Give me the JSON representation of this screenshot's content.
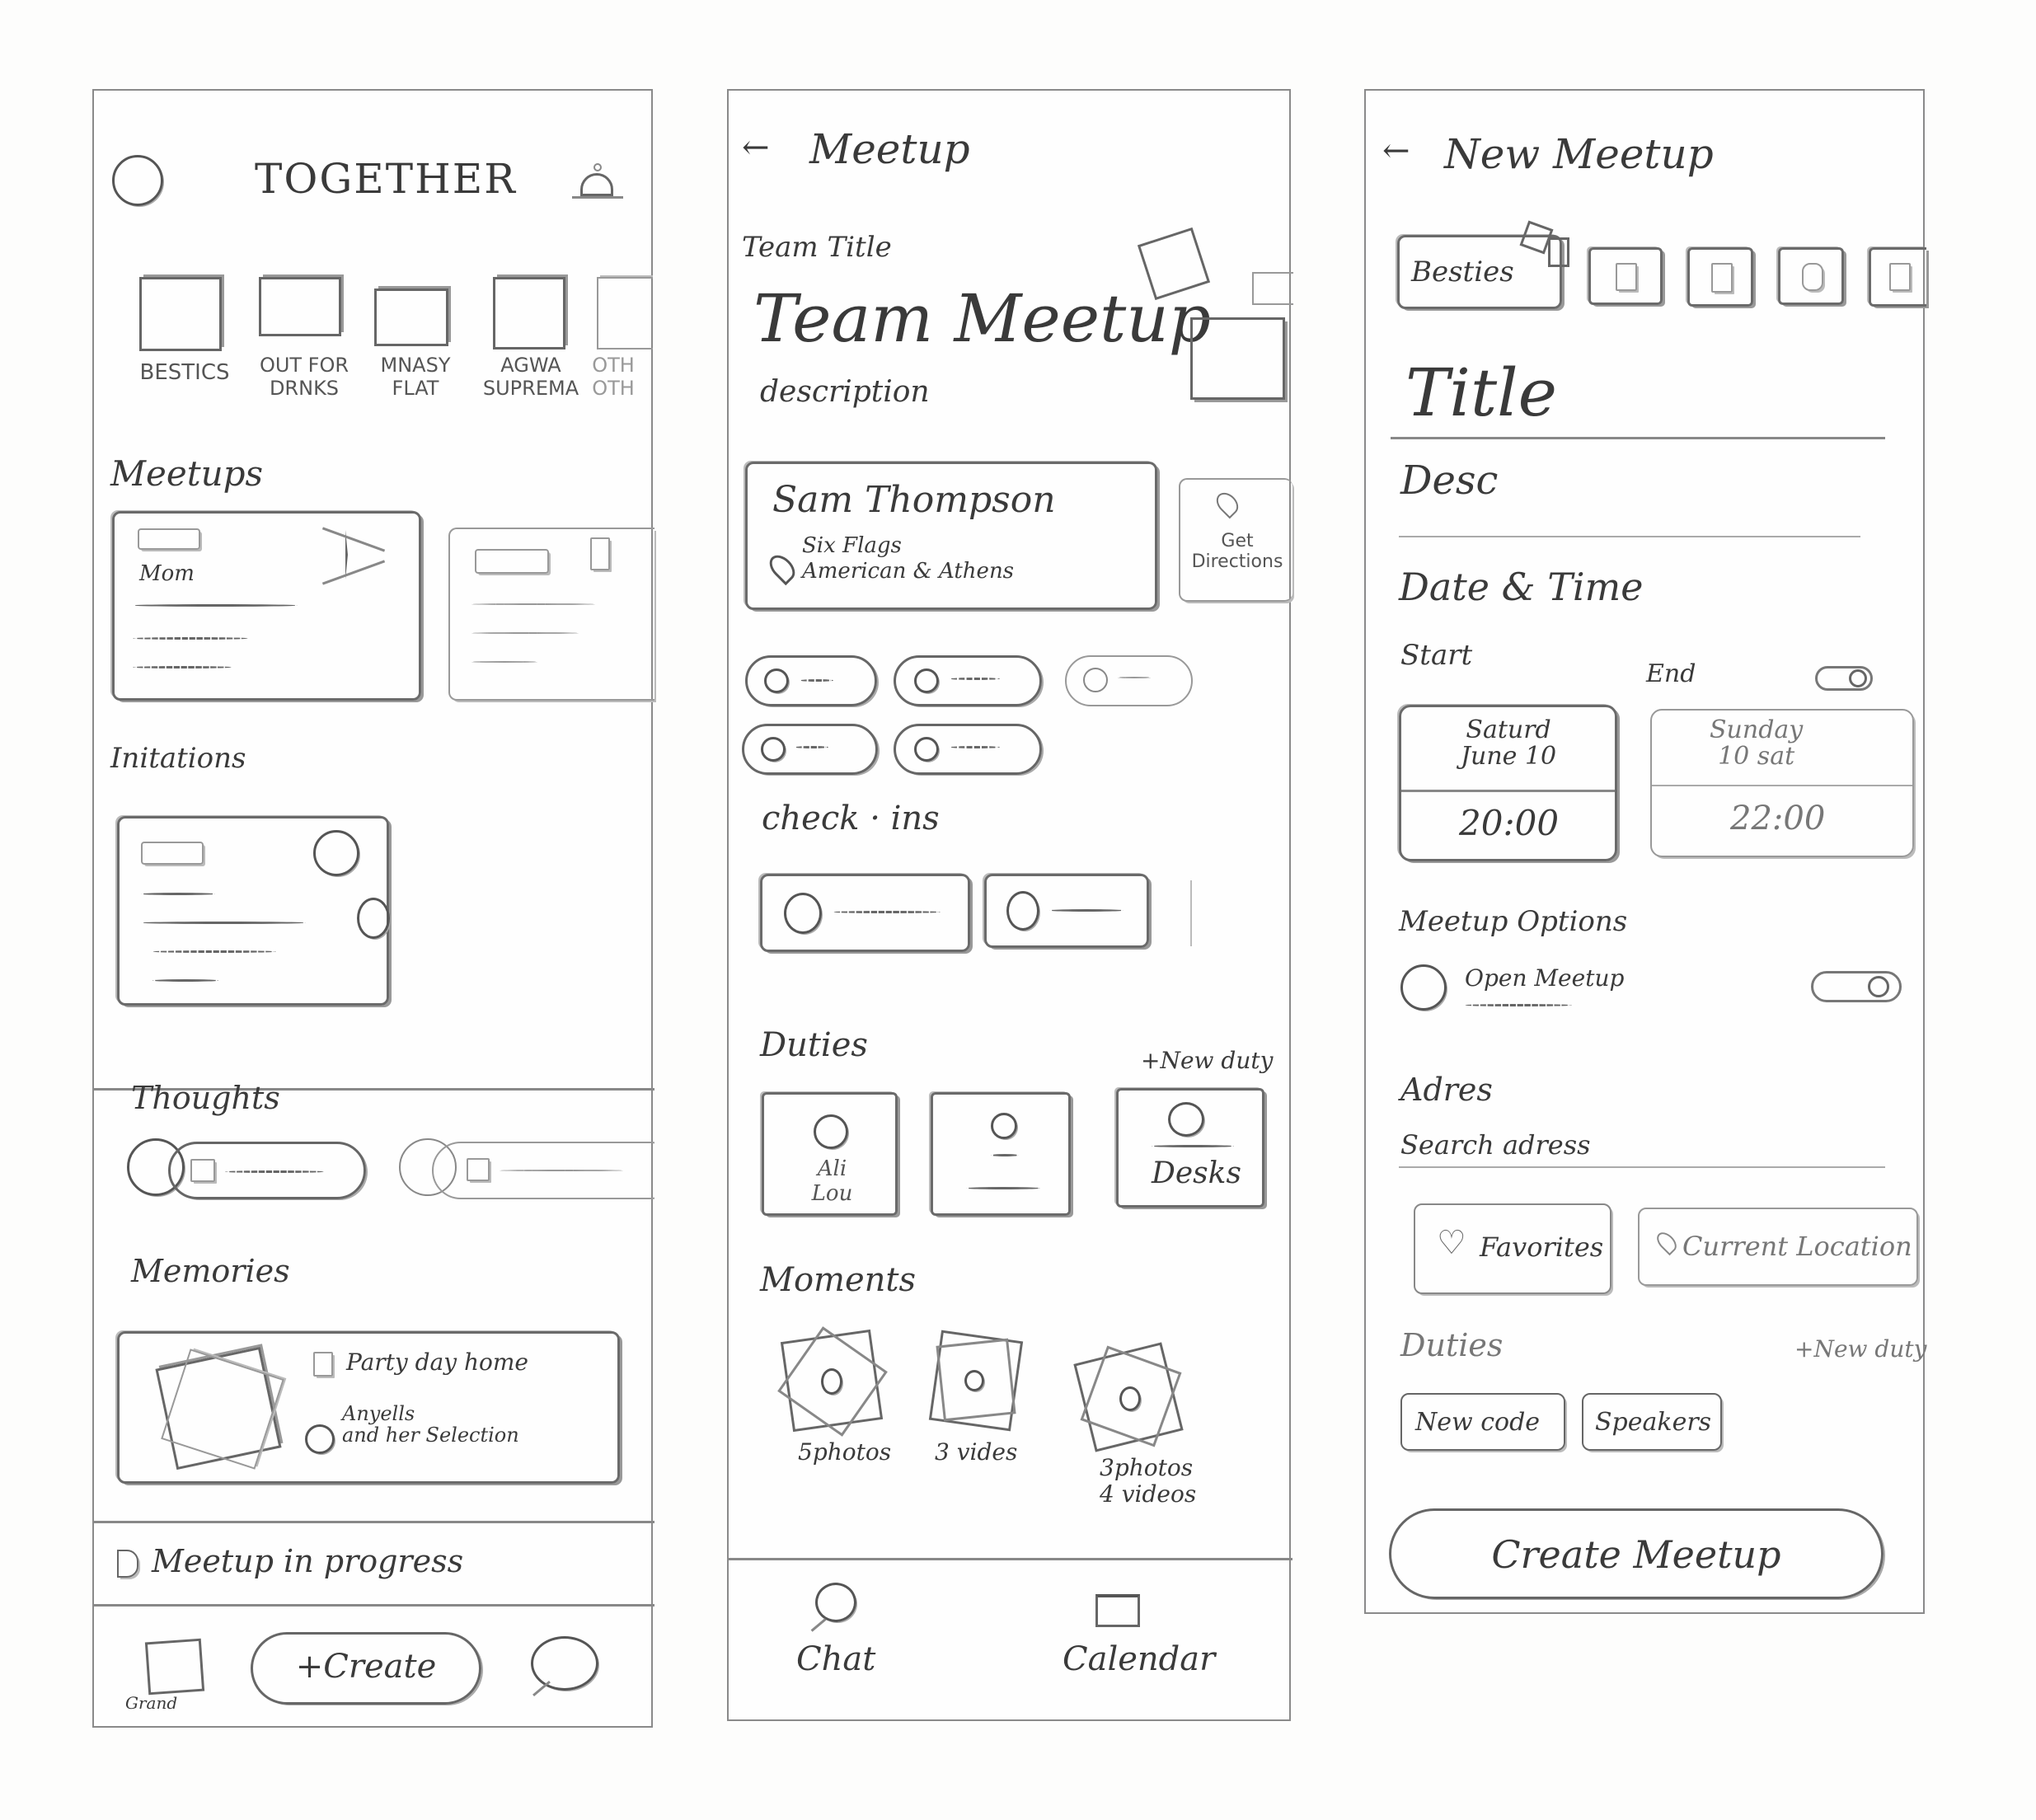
{
  "screen1": {
    "title": "TOGETHER",
    "groups": [
      {
        "label": "BESTICS"
      },
      {
        "label": "OUT FOR\nDRNKS"
      },
      {
        "label": "MNASY\nFLAT"
      },
      {
        "label": "AGWA\nSUPREMA"
      },
      {
        "label": "OTH\nOTH"
      }
    ],
    "sections": {
      "meetups": "Meetups",
      "invitations": "Initations",
      "thoughts": "Thoughts",
      "memories": "Memories"
    },
    "meetup_card_title": "Mom",
    "memory": {
      "item1": "Party day home",
      "item2": "Anyells\nand her Selection"
    },
    "progress_bar": "Meetup in progress",
    "nav": {
      "left_label": "Grand",
      "create_label": "+Create"
    }
  },
  "screen2": {
    "header": "Meetup",
    "small_label": "Team Title",
    "title": "Team Meetup",
    "description": "description",
    "location": {
      "name": "Sam Thompson",
      "address": "Six Flags\nAmerican & Athens",
      "directions": "Get\nDirections"
    },
    "sections": {
      "checkins": "check · ins",
      "duties": "Duties",
      "moments": "Moments"
    },
    "new_duty": "+New duty",
    "duties": [
      {
        "label": "Ali\nLou"
      },
      {
        "label": ""
      },
      {
        "label": "Desks"
      }
    ],
    "moments": [
      {
        "caption": "5photos"
      },
      {
        "caption": "3 vides"
      },
      {
        "caption": "3photos\n4 videos"
      }
    ],
    "nav": {
      "chat": "Chat",
      "calendar": "Calendar"
    }
  },
  "screen3": {
    "header": "New Meetup",
    "selected_group": "Besties",
    "title_placeholder": "Title",
    "desc_placeholder": "Desc",
    "date_time_label": "Date & Time",
    "start_label": "Start",
    "end_label": "End",
    "start_date": "Saturd\nJune 10",
    "start_time": "20:00",
    "end_date": "Sunday\n10 sat",
    "end_time": "22:00",
    "options_label": "Meetup Options",
    "open_meetup": "Open Meetup",
    "address_label": "Adres",
    "address_search": "Search adress",
    "favorites": "Favorites",
    "current_location": "Current Location",
    "duties_label": "Duties",
    "new_duty": "+New duty",
    "duty_chips": [
      {
        "label": "New code"
      },
      {
        "label": "Speakers"
      }
    ],
    "create_button": "Create Meetup"
  }
}
